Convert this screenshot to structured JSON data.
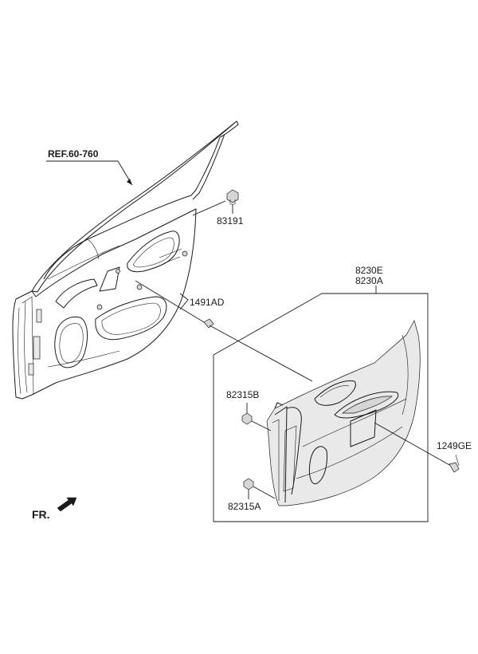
{
  "labels": {
    "ref": "REF.60-760",
    "fr": "FR.",
    "part_83191": "83191",
    "part_1491AD": "1491AD",
    "part_8230E": "8230E",
    "part_8230A": "8230A",
    "part_82315B": "82315B",
    "part_82315A": "82315A",
    "part_1249GE": "1249GE"
  },
  "colors": {
    "line": "#1a1a1a",
    "shade": "#e9e9e9",
    "background": "#ffffff"
  },
  "icons": {
    "front_direction": "arrow-icon"
  }
}
